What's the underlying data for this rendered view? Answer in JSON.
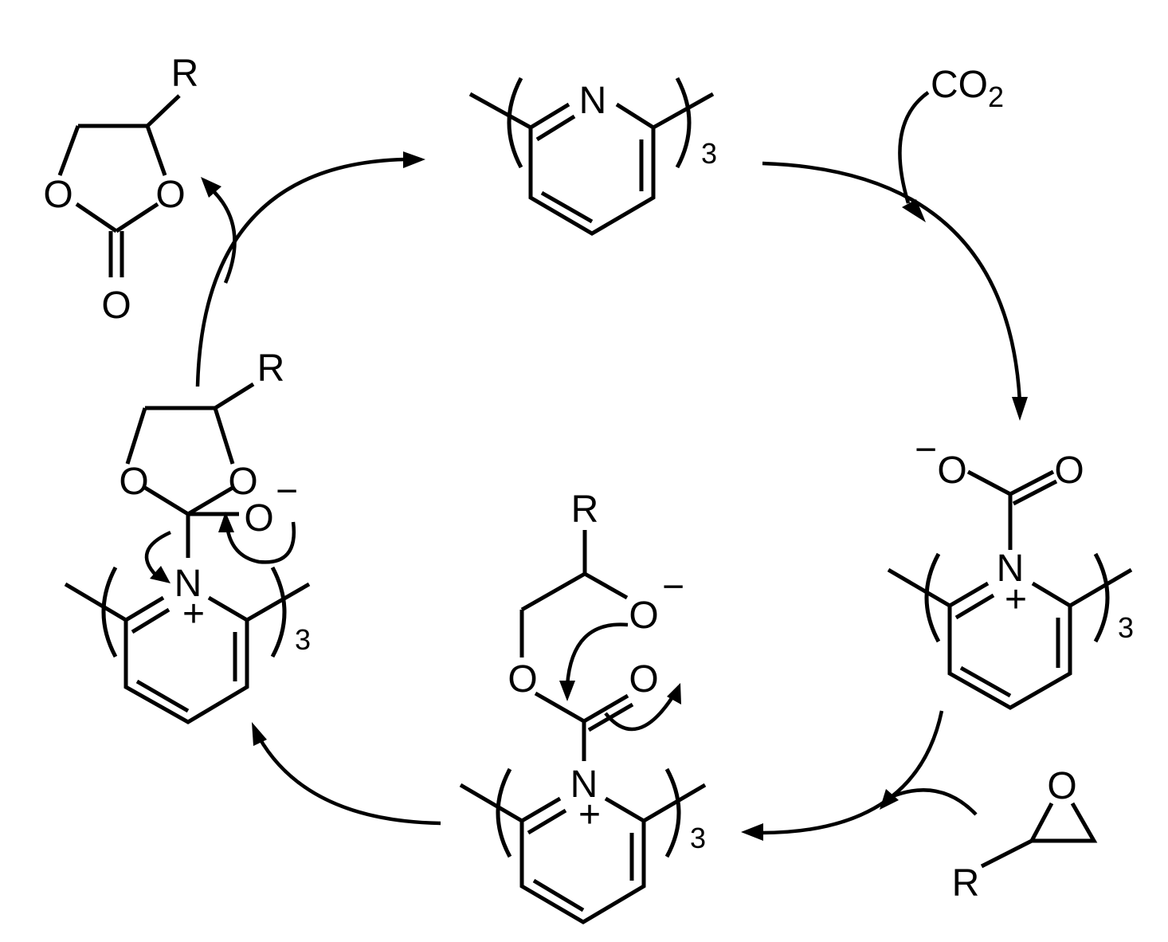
{
  "diagram": {
    "type": "catalytic-cycle",
    "catalyst": {
      "ring_atom": "N",
      "repeat_subscript": "3"
    },
    "reagents": {
      "co2": {
        "main": "CO",
        "sub": "2"
      },
      "epoxide": {
        "ring_oxygen": "O",
        "substituent": "R"
      }
    },
    "product_carbonate": {
      "substituent": "R",
      "ring_oxygens": [
        "O",
        "O"
      ],
      "carbonyl_oxygen": "O"
    },
    "intermediate_carbamate": {
      "nitrogen": "N",
      "charge_plus": "+",
      "oxygens": [
        "O",
        "O"
      ],
      "charge_minus": "−",
      "repeat_subscript": "3"
    },
    "intermediate_alkoxide": {
      "substituent": "R",
      "alkoxide_oxygen": "O",
      "charge_minus": "−",
      "ester_oxygen": "O",
      "carbonyl_oxygen": "O",
      "nitrogen": "N",
      "charge_plus": "+",
      "repeat_subscript": "3"
    },
    "intermediate_cyclic": {
      "substituent": "R",
      "ring_oxygens": [
        "O",
        "O"
      ],
      "oxide_oxygen": "O",
      "charge_minus": "−",
      "nitrogen": "N",
      "charge_plus": "+",
      "repeat_subscript": "3"
    }
  }
}
